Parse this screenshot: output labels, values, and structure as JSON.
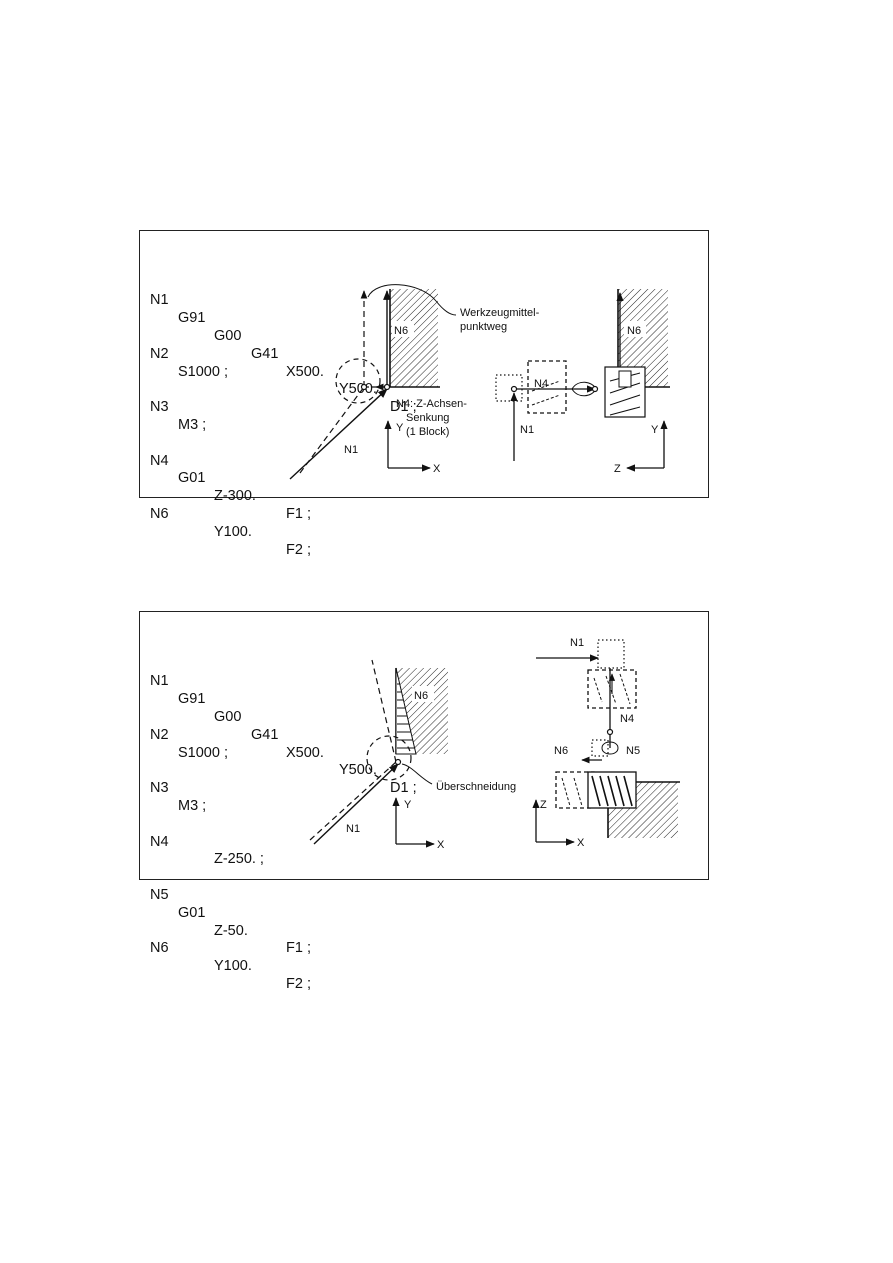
{
  "panel1": {
    "code_lines": [
      [
        "N1",
        "G91",
        "G00",
        "G41",
        "X500.",
        "Y500.",
        "D1 ;"
      ],
      [
        "N2",
        "S1000 ;"
      ],
      [
        "N3",
        "M3 ;"
      ],
      [
        "N4",
        "G01",
        "Z-300.",
        "F1 ;"
      ],
      [
        "N6",
        "Y100.",
        "F2 ;"
      ]
    ],
    "labels": {
      "n6_left": "N6",
      "werkzeug_line1": "Werkzeugmittel-",
      "werkzeug_line2": "punktweg",
      "n4_note_line1": "N4: Z-Achsen-",
      "n4_note_line2": "Senkung",
      "n4_note_line3": "(1 Block)",
      "n1_left": "N1",
      "axis_y_left": "Y",
      "axis_x_left": "X",
      "n6_right": "N6",
      "n4_right": "N4",
      "n1_right": "N1",
      "axis_y_right": "Y",
      "axis_z_right": "Z"
    }
  },
  "panel2": {
    "code_lines": [
      [
        "N1",
        "G91",
        "G00",
        "G41",
        "X500.",
        "Y500.",
        "D1 ;"
      ],
      [
        "N2",
        "S1000 ;"
      ],
      [
        "N3",
        "M3 ;"
      ],
      [
        "N4",
        "Z-250. ;"
      ],
      [
        "N5",
        "G01",
        "Z-50.",
        "F1 ;"
      ],
      [
        "N6",
        "Y100.",
        "F2 ;"
      ]
    ],
    "labels": {
      "n6_left": "N6",
      "ueberschneidung": "Überschneidung",
      "n1_left": "N1",
      "axis_y_left": "Y",
      "axis_x_left": "X",
      "n1_right": "N1",
      "n4_right": "N4",
      "n6_right": "N6",
      "n5_right": "N5",
      "axis_z_right": "Z",
      "axis_x_right": "X"
    }
  }
}
